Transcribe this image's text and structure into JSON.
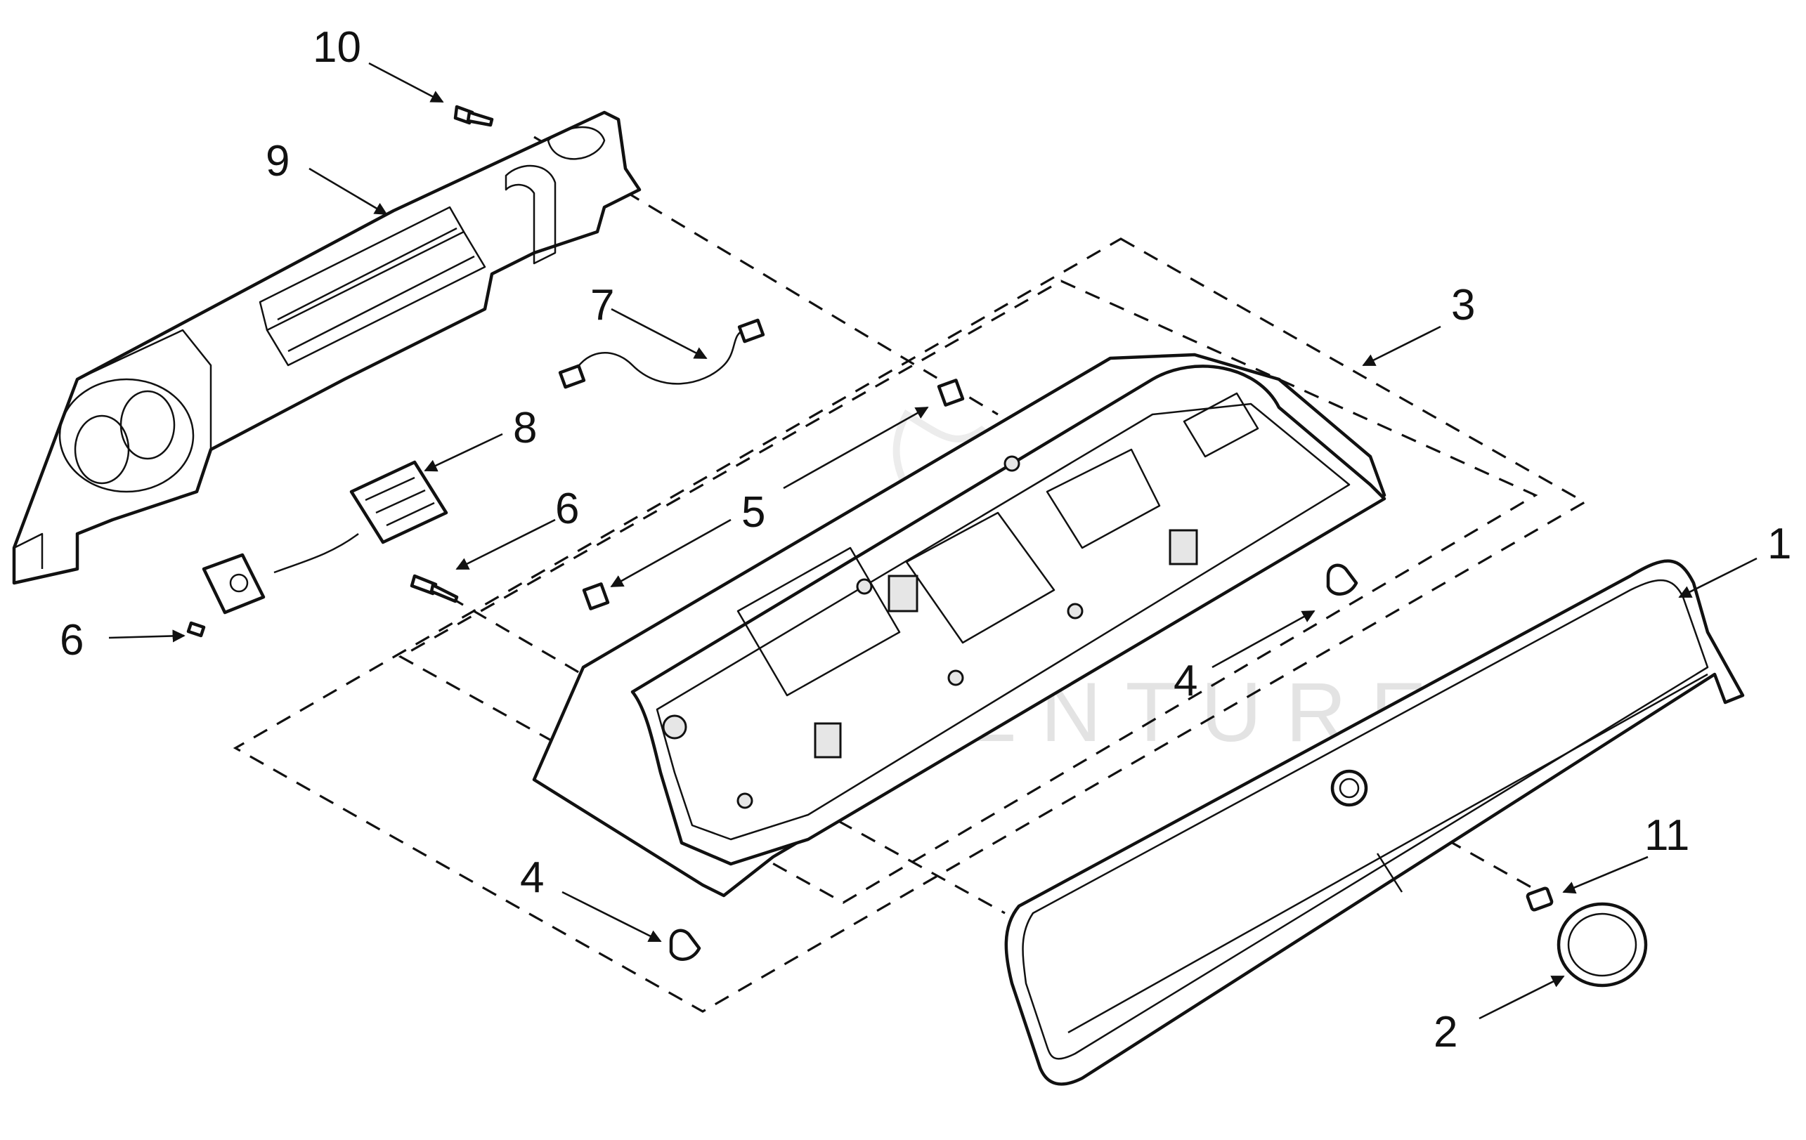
{
  "watermark": "LIADVENTURE",
  "callouts": [
    "10",
    "9",
    "7",
    "8",
    "6",
    "6",
    "5",
    "3",
    "1",
    "4",
    "4",
    "11",
    "2"
  ]
}
